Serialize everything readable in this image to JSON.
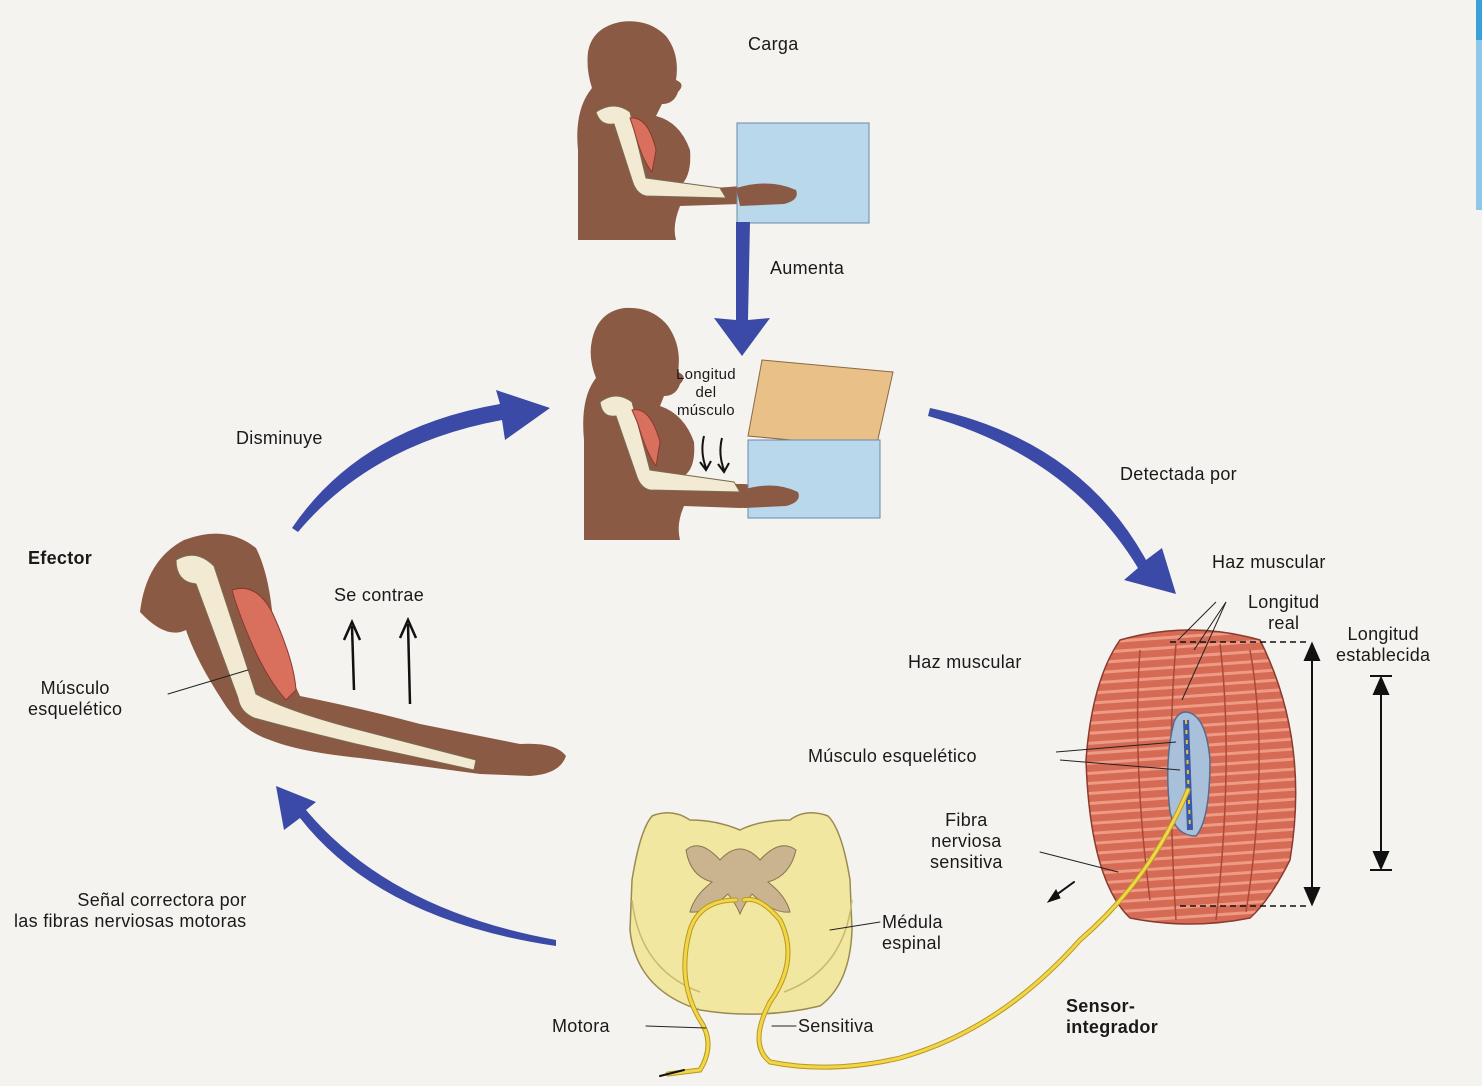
{
  "labels": {
    "carga": "Carga",
    "aumenta": "Aumenta",
    "longitud_musculo": "Longitud\ndel\nmúsculo",
    "disminuye": "Disminuye",
    "detectada_por": "Detectada por",
    "efector": "Efector",
    "se_contrae": "Se contrae",
    "musculo_esqueletico_left": "Músculo\nesquelético",
    "haz_muscular_top": "Haz muscular",
    "longitud_real": "Longitud\nreal",
    "longitud_establecida": "Longitud\nestablecida",
    "haz_muscular_left": "Haz muscular",
    "musculo_esqueletico_right": "Músculo esquelético",
    "fibra_nerviosa": "Fibra\nnerviosa\nsensitiva",
    "senal_correctora": "Señal correctora por\nlas fibras nerviosas motoras",
    "medula_espinal": "Médula\nespinal",
    "motora": "Motora",
    "sensitiva": "Sensitiva",
    "sensor_integrador": "Sensor-\nintegrador"
  },
  "colors": {
    "arrow": "#3a4aa6",
    "skin": "#8a5a44",
    "bone": "#f2ead2",
    "muscle": "#d9705e",
    "box_blue": "#b9d8ec",
    "box_orange": "#e8c088",
    "spinal_cord": "#f2e7a0",
    "gray_matter": "#c9b48f",
    "nerve": "#e8c63a"
  }
}
